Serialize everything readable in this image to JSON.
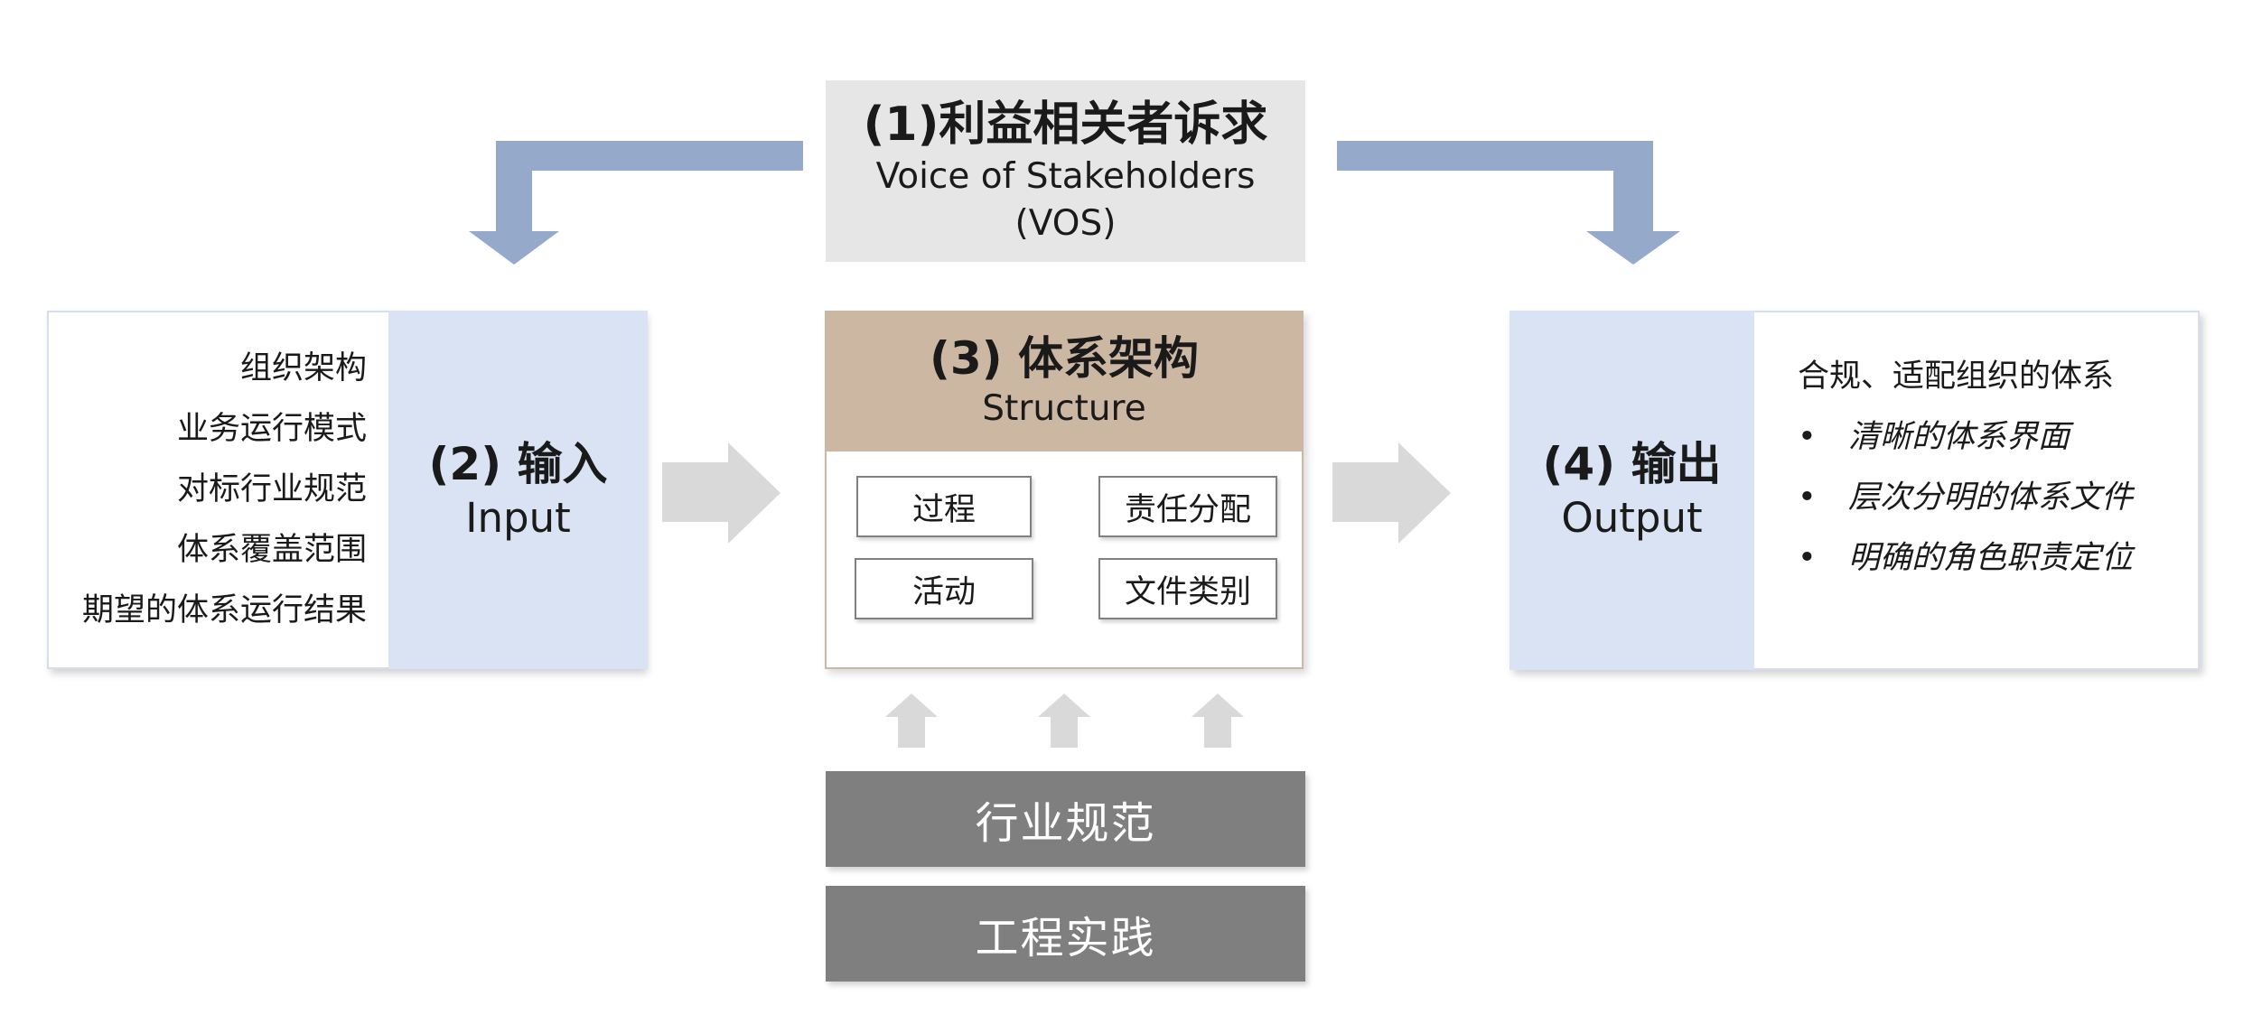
{
  "colors": {
    "blue_arrow": "#95a9ca",
    "gray_arrow": "#d9d9d9",
    "vos_bg": "#e6e6e6",
    "panel_head_bg": "#dae3f3",
    "structure_head_bg": "#ccb8a2",
    "gray_bar_bg": "#7f7f7f"
  },
  "vos": {
    "title_cn": "(1)利益相关者诉求",
    "title_en_line1": "Voice of Stakeholders",
    "title_en_line2": "(VOS)"
  },
  "input": {
    "title_cn": "(2) 输入",
    "title_en": "Input",
    "items": [
      "组织架构",
      "业务运行模式",
      "对标行业规范",
      "体系覆盖范围",
      "期望的体系运行结果"
    ]
  },
  "structure": {
    "title_cn": "(3) 体系架构",
    "title_en": "Structure",
    "cells": [
      "过程",
      "责任分配",
      "活动",
      "文件类别"
    ]
  },
  "output": {
    "title_cn": "(4) 输出",
    "title_en": "Output",
    "lead": "合规、适配组织的体系",
    "bullet_symbol": "•",
    "bullets": [
      "清晰的体系界面",
      "层次分明的体系文件",
      "明确的角色职责定位"
    ]
  },
  "foundation": {
    "bar1": "行业规范",
    "bar2": "工程实践"
  }
}
